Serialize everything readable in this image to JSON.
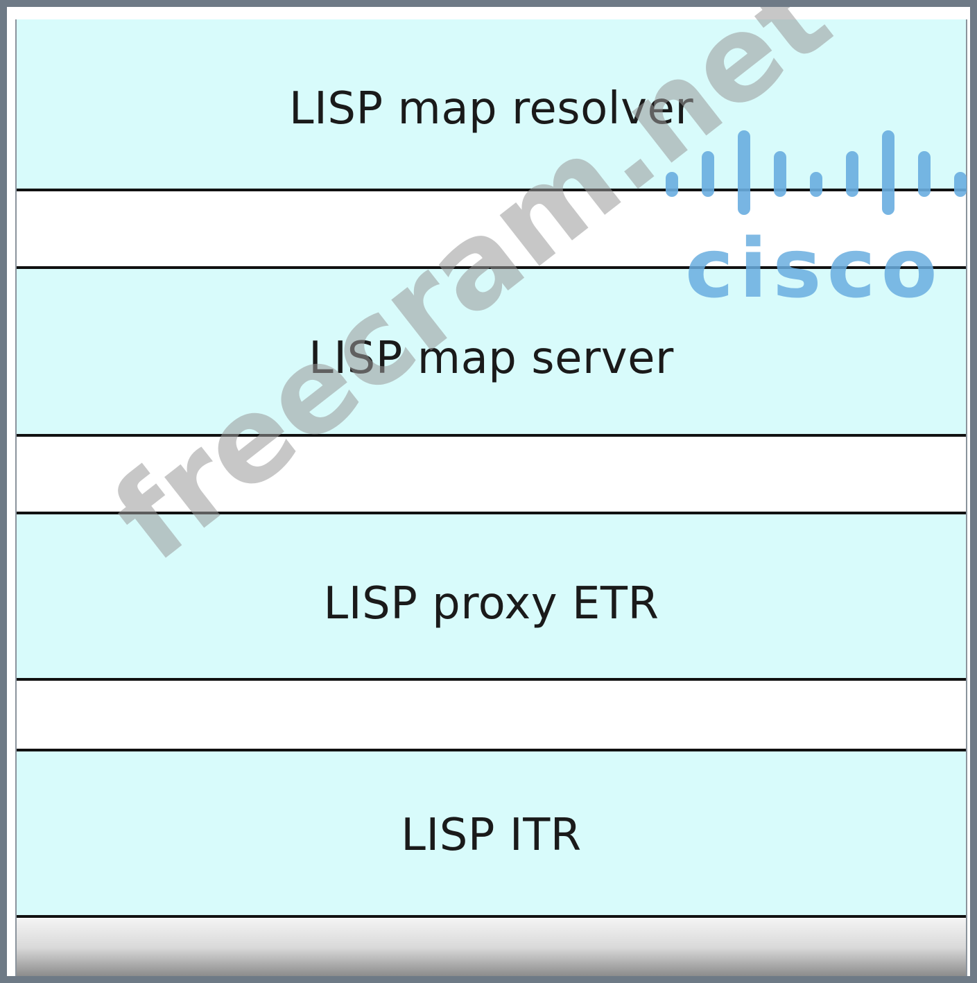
{
  "layers": [
    {
      "label": "LISP map resolver"
    },
    {
      "label": "LISP map server"
    },
    {
      "label": "LISP proxy ETR"
    },
    {
      "label": "LISP ITR"
    }
  ],
  "watermark": {
    "logo_text": "cisco",
    "site_text": "freecram.net",
    "logo_icon": "cisco-bars-icon"
  },
  "colors": {
    "band": "#d8fbfb",
    "line": "#111111",
    "logo": "#6aaee0",
    "watermark": "#9a9a9a"
  }
}
